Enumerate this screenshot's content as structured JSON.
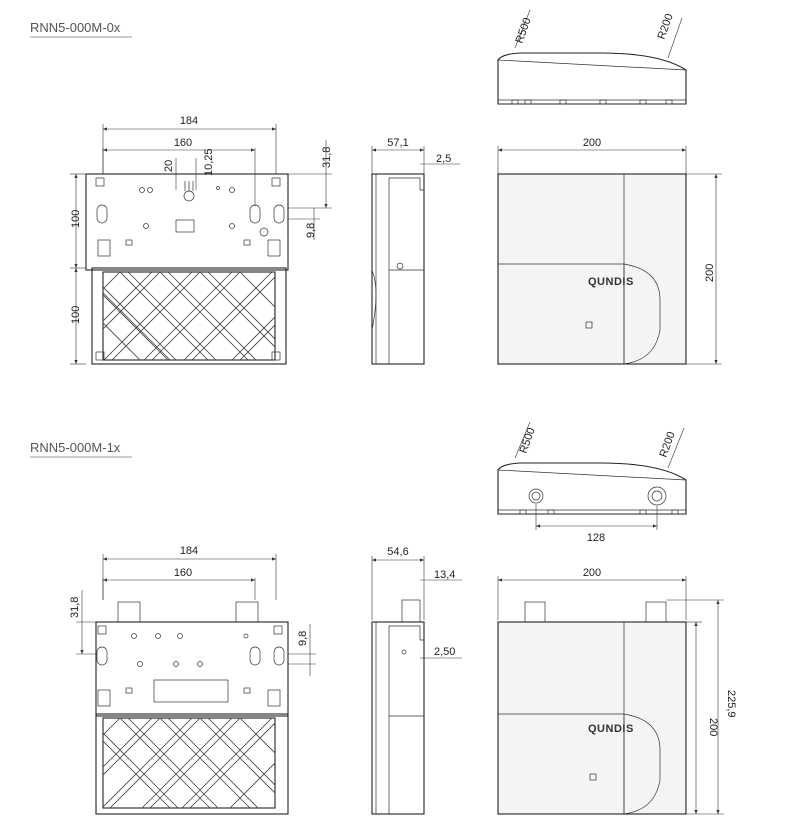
{
  "models": [
    {
      "title": "RNN5-000M-0x",
      "dims": {
        "width_outer": "184",
        "width_holes": "160",
        "hole_offset": "20",
        "slot": "10,25",
        "height_upper": "100",
        "height_lower": "100",
        "side_top": "31,8",
        "side_hole": "9,8",
        "depth": "57,1",
        "depth_step": "2,5",
        "front_width": "200",
        "front_height": "200",
        "radius_left": "R500",
        "radius_right": "R200"
      },
      "brand": "QUNDIS"
    },
    {
      "title": "RNN5-000M-1x",
      "dims": {
        "width_outer": "184",
        "width_holes": "160",
        "side_top": "31,8",
        "side_hole": "9,8",
        "depth": "54,6",
        "gland": "13,4",
        "depth_step": "2,50",
        "gland_spacing": "128",
        "front_width": "200",
        "front_height": "200",
        "total_height": "225,9",
        "radius_left": "R500",
        "radius_right": "R200"
      },
      "brand": "QUNDIS"
    }
  ]
}
